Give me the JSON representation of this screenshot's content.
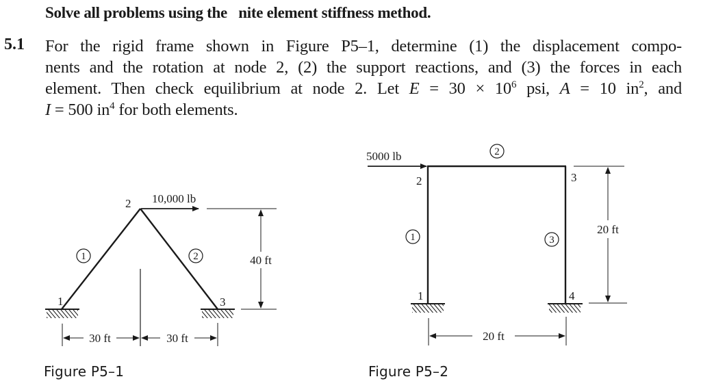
{
  "heading": "Solve all problems using the   nite element stiffness method.",
  "problem": {
    "number": "5.1",
    "lines": [
      "For the rigid frame shown in Figure P5–1, determine (1) the displacement compo-",
      "nents and the rotation at node 2, (2) the support reactions, and (3) the forces in each"
    ],
    "line3_prefix": "element. Then check equilibrium at node 2. Let ",
    "E_symbol": "E",
    "E_value": " = 30 × 10",
    "E_exp": "6",
    "E_unit": " psi, ",
    "A_symbol": "A",
    "A_value": " = 10 in",
    "A_exp": "2",
    "line3_suffix": ", and",
    "I_symbol": "I",
    "I_value": " = 500 in",
    "I_exp": "4",
    "line4_suffix": " for both elements."
  },
  "figure_p5_1": {
    "caption": "Figure P5–1",
    "load_label": "10,000 lb",
    "height_label": "40 ft",
    "left_span_label": "30 ft",
    "right_span_label": "30 ft",
    "nodes": [
      "1",
      "2",
      "3"
    ],
    "elements": [
      "1",
      "2"
    ]
  },
  "figure_p5_2": {
    "caption": "Figure P5–2",
    "load_label": "5000 lb",
    "height_label": "20 ft",
    "span_label": "20 ft",
    "nodes": [
      "1",
      "2",
      "3",
      "4"
    ],
    "elements": [
      "1",
      "2",
      "3"
    ]
  }
}
